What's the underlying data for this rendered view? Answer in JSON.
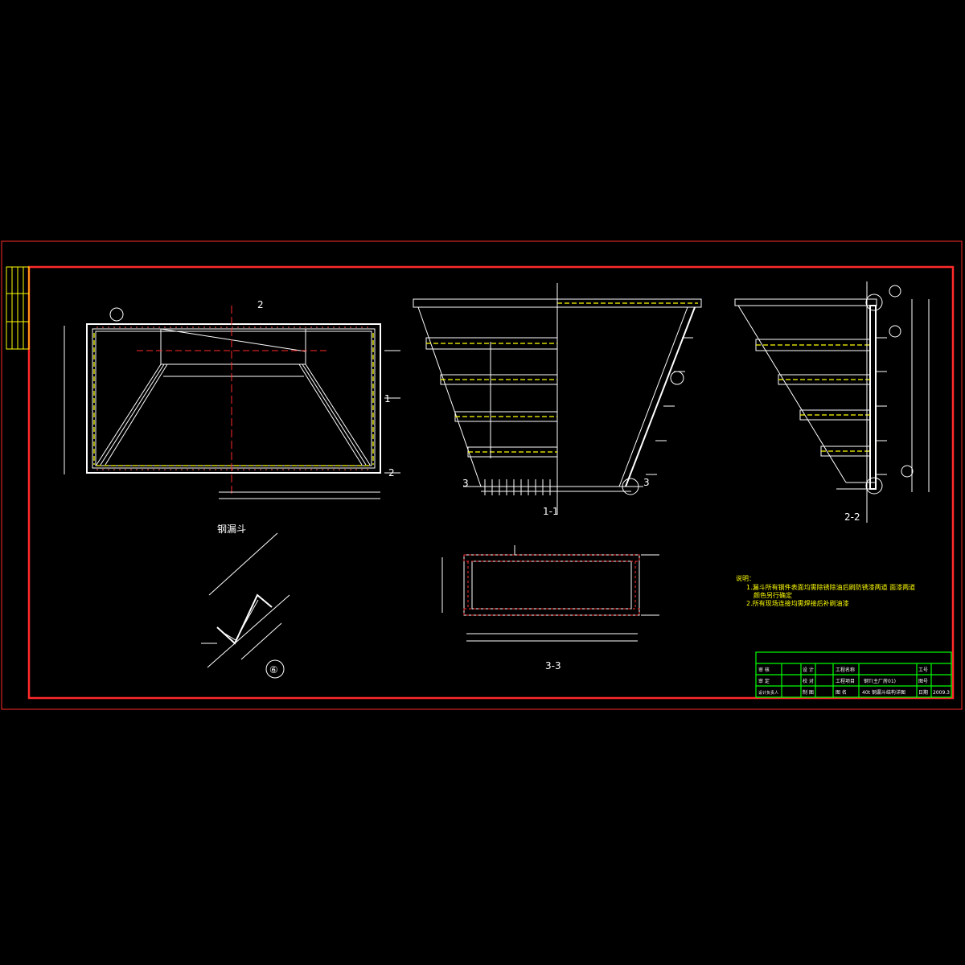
{
  "colors": {
    "background": "#000000",
    "frame": "#ff2a2a",
    "lines": "#ffffff",
    "accent": "#ffff00",
    "titleblock": "#00ff00"
  },
  "labels": {
    "plan_title": "钢漏斗",
    "detail_6": "⑥",
    "section_11": "1-1",
    "section_22": "2-2",
    "section_33": "3-3",
    "cut_1": "1",
    "cut_2": "2",
    "cut_3": "3"
  },
  "notes": {
    "title": "说明：",
    "line1": "1.漏斗所有钢件表面均需除锈除油后刷防锈漆两道 面漆两道",
    "line1b": "颜色另行确定",
    "line2": "2.所有现场连接均需焊接后补刷油漆"
  },
  "titleblock": {
    "r1": [
      "审 核",
      "",
      "设 计",
      "",
      "工程名称",
      "",
      "工号"
    ],
    "r2": [
      "审 定",
      "",
      "校 对",
      "",
      "工程项目",
      "钢T(主厂房01)",
      "图号"
    ],
    "r3": [
      "设计负责人",
      "",
      "制 图",
      "",
      "图 名",
      "40t 钢漏斗结构详图",
      "日期",
      "2009.3"
    ]
  }
}
